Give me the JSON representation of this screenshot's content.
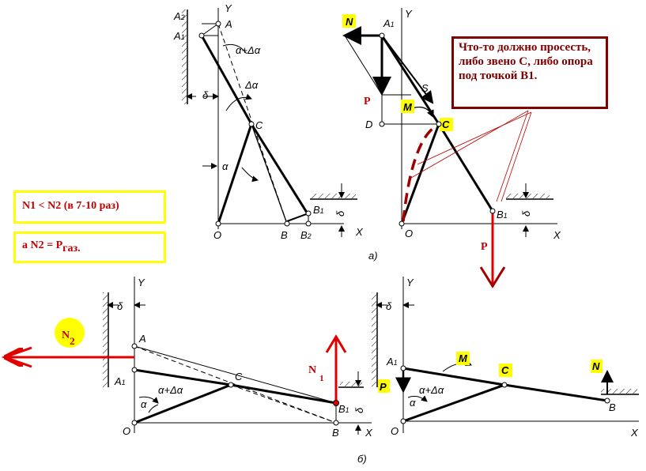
{
  "note": {
    "text": "Что-то должно просесть, либо звено С, либо опора под точкой В1."
  },
  "conditions": {
    "line1": "N1 < N2 (в 7-10 раз)",
    "line2_prefix": "а N2  = P",
    "line2_sub": "газ."
  },
  "subfigure_labels": {
    "a": "а)",
    "b": "б)"
  },
  "points": {
    "A": "A",
    "A1": "A",
    "A2": "A",
    "B": "B",
    "B1": "B",
    "B2": "B",
    "C": "C",
    "O": "O",
    "D": "D",
    "S": "S",
    "M": "M",
    "N": "N",
    "P": "P",
    "X": "X",
    "Y": "Y",
    "delta": "δ",
    "alpha": "α",
    "alpha_plus": "α+Δα",
    "d_alpha": "Δα",
    "sub1": "1",
    "sub2": "2"
  },
  "force_labels": {
    "P": "P",
    "N1": "N",
    "N1_sub": "1",
    "N2": "N",
    "N2_sub": "2"
  },
  "colors": {
    "force": "#e00000",
    "note_border": "#800000",
    "highlight": "#ffff00",
    "dashed_arc": "#a00000"
  }
}
